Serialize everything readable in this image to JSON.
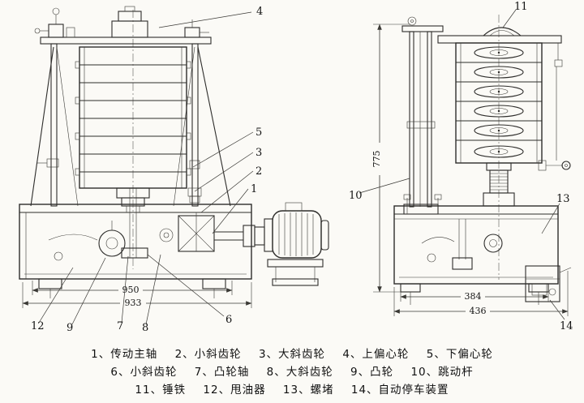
{
  "figure": {
    "callouts": {
      "c1": "1",
      "c2": "2",
      "c3": "3",
      "c4": "4",
      "c5": "5",
      "c6": "6",
      "c7": "7",
      "c8": "8",
      "c9": "9",
      "c10": "10",
      "c11": "11",
      "c12": "12",
      "c13": "13",
      "c14": "14"
    },
    "dimensions": {
      "front_width_inner": "950",
      "front_width_outer": "933",
      "side_height": "775",
      "side_width_inner": "384",
      "side_width_outer": "436"
    }
  },
  "legend": {
    "items": [
      "1、传动主轴",
      "2、小斜齿轮",
      "3、大斜齿轮",
      "4、上偏心轮",
      "5、下偏心轮",
      "6、小斜齿轮",
      "7、凸轮轴",
      "8、大斜齿轮",
      "9、凸轮",
      "10、跳动杆",
      "11、锤铁",
      "12、甩油器",
      "13、螺堵",
      "14、自动停车装置"
    ]
  }
}
